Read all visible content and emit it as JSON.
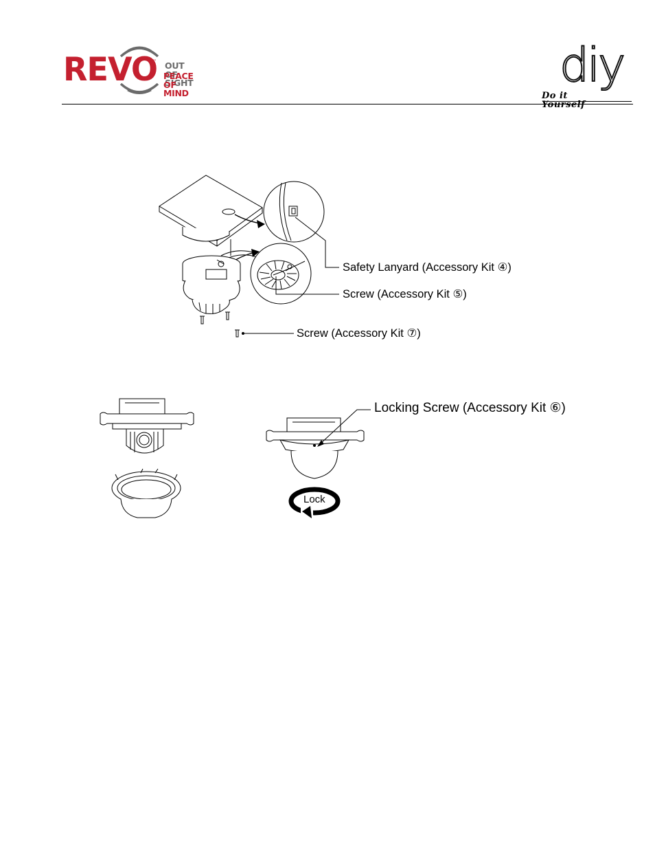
{
  "header": {
    "brand_name": "REVO",
    "trademark": "™",
    "tagline_line1": "OUT OF SIGHT",
    "tagline_line2": "PEACE OF MIND",
    "diy_logo": "diy",
    "diy_subtitle": "Do it Yourself"
  },
  "figure1": {
    "callouts": [
      "Safety Lanyard (Accessory Kit ④)",
      "Screw (Accessory Kit ⑤)",
      "Screw  (Accessory Kit ⑦)"
    ]
  },
  "figure2": {
    "callout_locking_screw": "Locking Screw (Accessory Kit ⑥)",
    "lock_label": "Lock"
  },
  "colors": {
    "brand_red": "#c4202f",
    "tagline_gray": "#6b6b6b",
    "line_black": "#000000"
  }
}
